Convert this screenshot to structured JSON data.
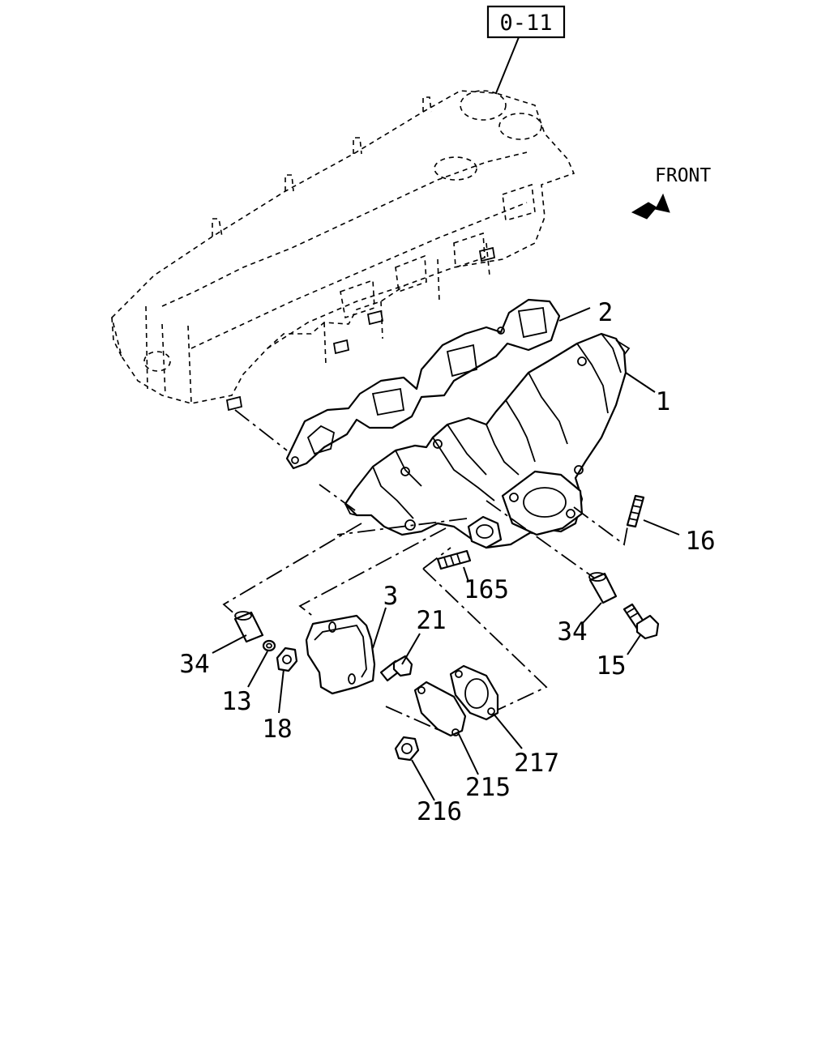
{
  "ref_box": "0-11",
  "front_label": "FRONT",
  "callouts": {
    "c1": "1",
    "c2": "2",
    "c3": "3",
    "c13": "13",
    "c15": "15",
    "c16": "16",
    "c18": "18",
    "c21": "21",
    "c34_left": "34",
    "c34_right": "34",
    "c165": "165",
    "c215": "215",
    "c216": "216",
    "c217": "217"
  },
  "icons": {
    "front_arrow": "front-arrow-icon"
  }
}
